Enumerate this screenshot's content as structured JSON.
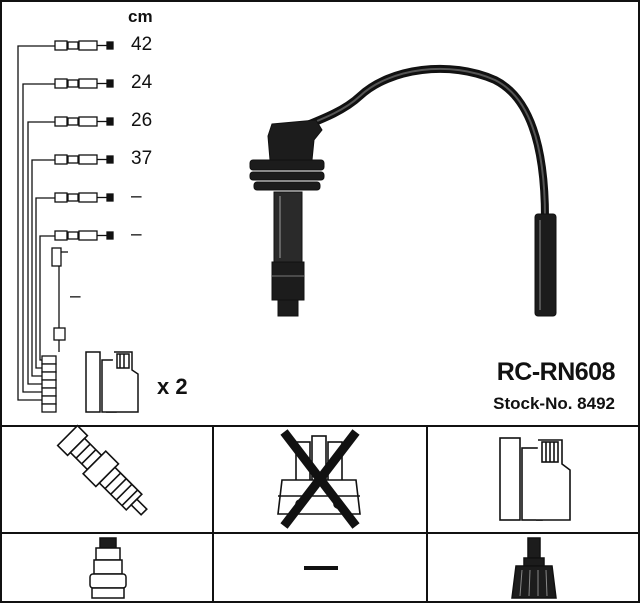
{
  "unit_label": "cm",
  "cable_lengths": [
    "42",
    "24",
    "26",
    "37",
    "–",
    "–",
    "–"
  ],
  "distributor_cap_multiplier": "x 2",
  "product": {
    "model": "RC-RN608",
    "stock": "Stock-No. 8492"
  },
  "bottom_grid": {
    "crossed_item_connector": "—"
  },
  "colors": {
    "ink": "#111111",
    "background": "#ffffff"
  }
}
